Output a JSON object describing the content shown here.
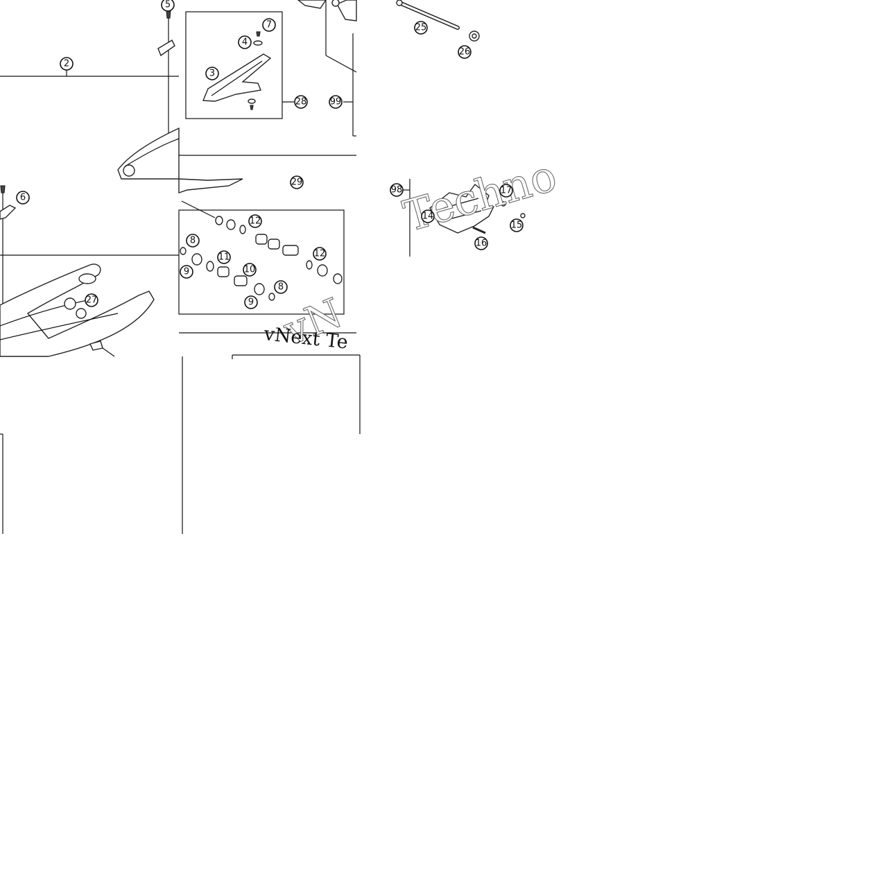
{
  "colors": {
    "ink": "#111111",
    "paper": "#ffffff",
    "watermark_stroke": "#6a6a6a"
  },
  "callouts": [
    {
      "id": "c2",
      "label": "2"
    },
    {
      "id": "c3",
      "label": "3"
    },
    {
      "id": "c4",
      "label": "4"
    },
    {
      "id": "c5",
      "label": "5"
    },
    {
      "id": "c6",
      "label": "6"
    },
    {
      "id": "c7",
      "label": "7"
    },
    {
      "id": "c8a",
      "label": "8"
    },
    {
      "id": "c8b",
      "label": "8"
    },
    {
      "id": "c9a",
      "label": "9"
    },
    {
      "id": "c9b",
      "label": "9"
    },
    {
      "id": "c10",
      "label": "10"
    },
    {
      "id": "c11",
      "label": "11"
    },
    {
      "id": "c12a",
      "label": "12"
    },
    {
      "id": "c12b",
      "label": "12"
    },
    {
      "id": "c14",
      "label": "14"
    },
    {
      "id": "c15",
      "label": "15"
    },
    {
      "id": "c16",
      "label": "16"
    },
    {
      "id": "c17",
      "label": "17"
    },
    {
      "id": "c25",
      "label": "25"
    },
    {
      "id": "c26",
      "label": "26"
    },
    {
      "id": "c27",
      "label": "27"
    },
    {
      "id": "c28",
      "label": "28"
    },
    {
      "id": "c29",
      "label": "29"
    },
    {
      "id": "c99",
      "label": "99"
    },
    {
      "id": "c98",
      "label": "98"
    }
  ],
  "watermarks": {
    "techno": "Techno",
    "vnext": "vNext Te",
    "vn": "vN"
  }
}
